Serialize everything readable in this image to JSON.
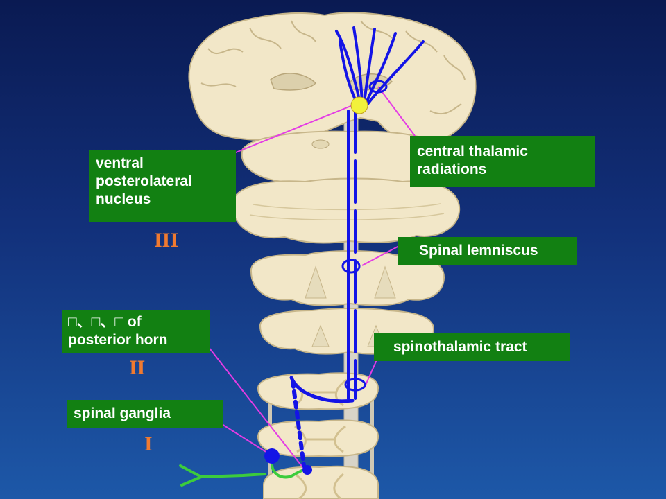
{
  "labels": {
    "vpl": [
      "ventral",
      "posterolateral",
      "nucleus"
    ],
    "central_thalamic": [
      "central thalamic",
      "radiations"
    ],
    "spinal_lemniscus": "Spinal lemniscus",
    "laminae": [
      "□、□、□ of",
      "posterior horn"
    ],
    "spinothalamic": "spinothalamic tract",
    "ganglia": "spinal ganglia"
  },
  "neurons": {
    "first": "I",
    "second": "II",
    "third": "III"
  },
  "colors": {
    "label_bg": "#128012",
    "label_text": "#ffffff",
    "roman": "#f07a30",
    "pathway": "#1414e6",
    "nucleus": "#f2f23c",
    "leader": "#e43ce4",
    "peripheral_nerve": "#3ccc3c",
    "tissue": "#f2e7c8"
  }
}
